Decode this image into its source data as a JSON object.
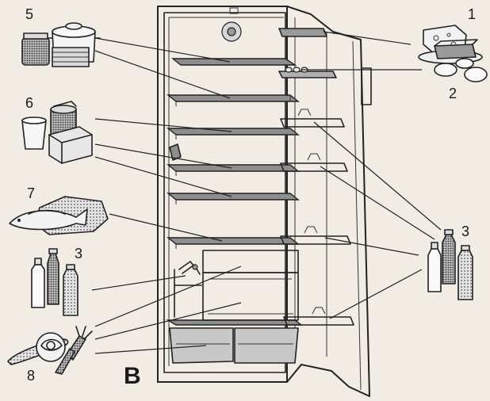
{
  "figure": {
    "letter": "B",
    "labels": [
      "1",
      "2",
      "3",
      "3",
      "5",
      "6",
      "7",
      "8"
    ]
  },
  "colors": {
    "paper": "#f1ede4",
    "ink": "#222222",
    "shelf": "#8e8e8e",
    "light_fill": "#d7d7d7"
  }
}
